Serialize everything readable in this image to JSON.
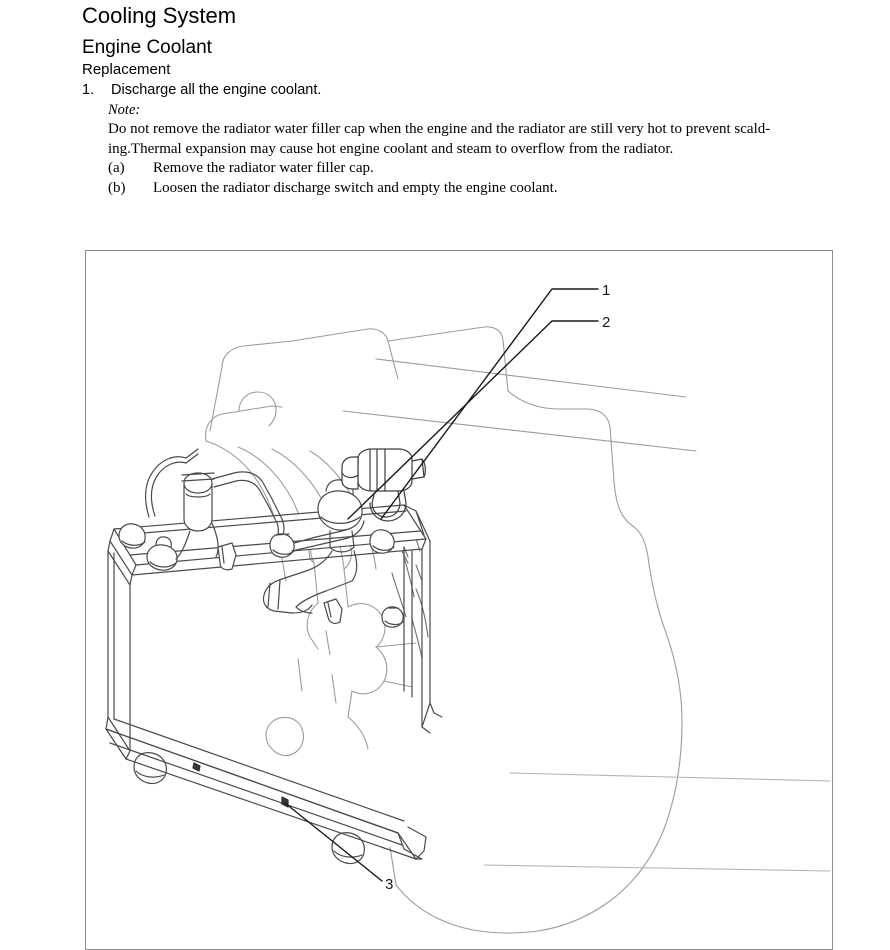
{
  "document": {
    "chapter_title": "Cooling System",
    "section_title": "Engine Coolant",
    "subsection_title": "Replacement",
    "steps": [
      {
        "number": "1.",
        "text": "Discharge all the engine coolant.",
        "note_label": "Note:",
        "note_lines": [
          "Do not remove the radiator water filler cap when the engine and the radiator are still very hot to prevent scald-",
          "ing.Thermal expansion may cause hot engine coolant and steam to overflow from the radiator."
        ],
        "substeps": [
          {
            "letter": "(a)",
            "text": "Remove the radiator water filler cap."
          },
          {
            "letter": "(b)",
            "text": "Loosen the radiator discharge switch and empty the engine coolant."
          }
        ]
      }
    ]
  },
  "figure": {
    "callouts": [
      {
        "id": "1",
        "label": "1"
      },
      {
        "id": "2",
        "label": "2"
      },
      {
        "id": "3",
        "label": "3"
      }
    ],
    "colors": {
      "frame_border": "#8e8e8e",
      "part_outline": "#3c3c3c",
      "engine_outline": "#9a9a9a",
      "leader_line": "#1a1a1a",
      "background": "#ffffff"
    }
  }
}
